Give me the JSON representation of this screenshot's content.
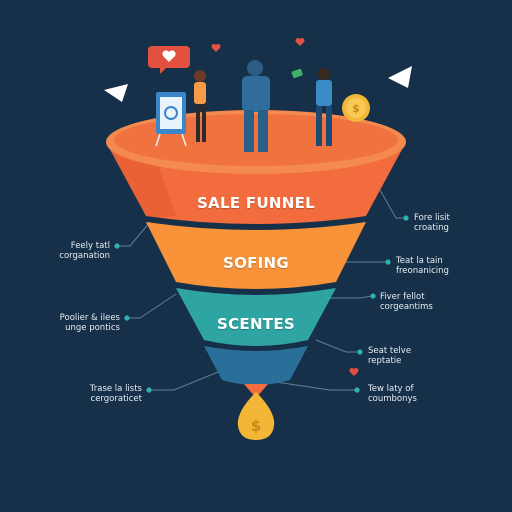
{
  "funnel": {
    "levels": [
      {
        "label": "SALE FUNNEL",
        "color": "#f36c3d"
      },
      {
        "label": "SOFING",
        "color": "#f8933a"
      },
      {
        "label": "SCENTES",
        "color": "#2fa5a3"
      },
      {
        "label": "",
        "color": "#2a6f9a"
      }
    ],
    "rim_color": "#f58a4f",
    "coin_symbol": "$",
    "coin_color": "#f4b636"
  },
  "annotations_right": [
    {
      "text": "Fore lisit\ncroating"
    },
    {
      "text": "Teat la tain\nfreonanicing"
    },
    {
      "text": "Fiver fellot\ncorgeantims"
    },
    {
      "text": "Seat telve\nreptatie"
    },
    {
      "text": "Tew laty of\ncoumbonys"
    }
  ],
  "annotations_left": [
    {
      "text": "Feely tatl\ncorganation"
    },
    {
      "text": "Poolier & ilees\nunge pontics"
    },
    {
      "text": "Trase la lists\ncergoraticet"
    }
  ],
  "colors": {
    "background": "#173049",
    "dot": "#2bb3b1",
    "heart": "#e2503f"
  }
}
